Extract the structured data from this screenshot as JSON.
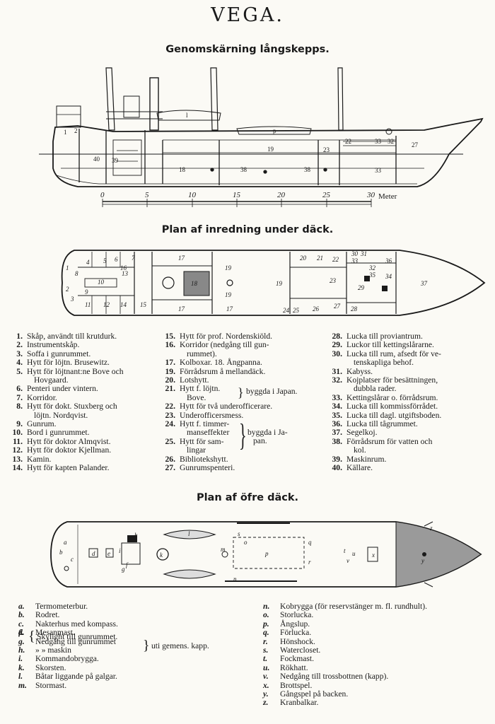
{
  "title": "VEGA.",
  "section1": "Genomskärning långskepps.",
  "section2": "Plan af inredning under däck.",
  "section3": "Plan af öfre däck.",
  "scale": {
    "ticks": [
      "0",
      "5",
      "10",
      "15",
      "20",
      "25",
      "30"
    ],
    "unit": "Meter"
  },
  "section_labels": [
    "1",
    "2",
    "40",
    "39",
    "18",
    "38",
    "38",
    "33",
    "19",
    "23",
    "22",
    "33",
    "32",
    "27",
    "p",
    "l"
  ],
  "plan_labels": [
    "1",
    "2",
    "3",
    "4",
    "5",
    "6",
    "7",
    "8",
    "9",
    "10",
    "11",
    "12",
    "13",
    "14",
    "15",
    "16",
    "17",
    "17",
    "17",
    "18",
    "19",
    "19",
    "19",
    "20",
    "21",
    "22",
    "23",
    "24",
    "25",
    "26",
    "27",
    "28",
    "29",
    "30",
    "31",
    "32",
    "33",
    "34",
    "35",
    "36",
    "37"
  ],
  "deck_labels": [
    "a",
    "b",
    "c",
    "d",
    "e",
    "f",
    "g",
    "h",
    "i",
    "k",
    "l",
    "m",
    "n",
    "o",
    "p",
    "q",
    "r",
    "s",
    "t",
    "u",
    "v",
    "x",
    "y",
    "z"
  ],
  "legend1": {
    "col1": [
      {
        "n": "1.",
        "t": "Skåp, användt till krutdurk."
      },
      {
        "n": "2.",
        "t": "Instrumentskåp."
      },
      {
        "n": "3.",
        "t": "Soffa i gunrummet."
      },
      {
        "n": "4.",
        "t": "Hytt för löjtn. Brusewitz."
      },
      {
        "n": "5.",
        "t": "Hytt för löjtnant:ne Bove och"
      },
      {
        "n": "",
        "t": "Hovgaard."
      },
      {
        "n": "6.",
        "t": "Penteri under vintern."
      },
      {
        "n": "7.",
        "t": "Korridor."
      },
      {
        "n": "8.",
        "t": "Hytt för dokt. Stuxberg och"
      },
      {
        "n": "",
        "t": "löjtn. Nordqvist."
      },
      {
        "n": "9.",
        "t": "Gunrum."
      },
      {
        "n": "10.",
        "t": "Bord i gunrummet."
      },
      {
        "n": "11.",
        "t": "Hytt för doktor Almqvist."
      },
      {
        "n": "12.",
        "t": "Hytt för doktor Kjellman."
      },
      {
        "n": "13.",
        "t": "Kamin."
      },
      {
        "n": "14.",
        "t": "Hytt för kapten Palander."
      }
    ],
    "col2": [
      {
        "n": "15.",
        "t": "Hytt för prof. Nordenskiöld."
      },
      {
        "n": "16.",
        "t": "Korridor (nedgång till gun-"
      },
      {
        "n": "",
        "t": "rummet)."
      },
      {
        "n": "17.",
        "t": "Kolboxar.   18. Ångpanna."
      },
      {
        "n": "19.",
        "t": "Förrådsrum å mellandäck."
      },
      {
        "n": "20.",
        "t": "Lotshytt."
      },
      {
        "n": "21.",
        "t": "Hytt f. löjtn."
      },
      {
        "n": "",
        "t": "Bove."
      },
      {
        "n": "22.",
        "t": "Hytt för två underofficerare."
      },
      {
        "n": "23.",
        "t": "Underofficersmess."
      },
      {
        "n": "24.",
        "t": "Hytt f. timmer-"
      },
      {
        "n": "",
        "t": "manseffekter"
      },
      {
        "n": "25.",
        "t": "Hytt för sam-"
      },
      {
        "n": "",
        "t": "lingar"
      },
      {
        "n": "26.",
        "t": "Bibliotekshytt."
      },
      {
        "n": "27.",
        "t": "Gunrumspenteri."
      }
    ],
    "brace21": "byggda i Japan.",
    "brace24a": "byggda i Ja-",
    "brace24b": "pan.",
    "col3": [
      {
        "n": "28.",
        "t": "Lucka till proviantrum."
      },
      {
        "n": "29.",
        "t": "Luckor till kettingslårarne."
      },
      {
        "n": "30.",
        "t": "Lucka till rum, afsedt för ve-"
      },
      {
        "n": "",
        "t": "tenskapliga behof."
      },
      {
        "n": "31.",
        "t": "Kabyss."
      },
      {
        "n": "32.",
        "t": "Kojplatser för besättningen,"
      },
      {
        "n": "",
        "t": "dubbla rader."
      },
      {
        "n": "33.",
        "t": "Kettingslårar o. förrådsrum."
      },
      {
        "n": "34.",
        "t": "Lucka till kommissförrådet."
      },
      {
        "n": "35.",
        "t": "Lucka till dagl. utgiftsboden."
      },
      {
        "n": "36.",
        "t": "Lucka till tågrummet."
      },
      {
        "n": "37.",
        "t": "Segelkoj."
      },
      {
        "n": "38.",
        "t": "Förrådsrum för vatten och"
      },
      {
        "n": "",
        "t": "kol."
      },
      {
        "n": "39.",
        "t": "Maskinrum."
      },
      {
        "n": "40.",
        "t": "Källare."
      }
    ]
  },
  "legend2": {
    "col1": [
      {
        "n": "a.",
        "t": "Termometerbur."
      },
      {
        "n": "b.",
        "t": "Rodret."
      },
      {
        "n": "c.",
        "t": "Nakterhus med kompass."
      },
      {
        "n": "d.",
        "t": ""
      },
      {
        "n": "e.",
        "t": ""
      },
      {
        "n": "f.",
        "t": "Mesanmast."
      },
      {
        "n": "g.",
        "t": "Nedgång till gunrummet"
      },
      {
        "n": "h.",
        "t": "»        » maskin"
      },
      {
        "n": "i.",
        "t": "Kommandobrygga."
      },
      {
        "n": "k.",
        "t": "Skorsten."
      },
      {
        "n": "l.",
        "t": "Båtar liggande på galgar."
      },
      {
        "n": "m.",
        "t": "Stormast."
      }
    ],
    "de_text": "Skylight till gunrummet.",
    "gh_text": "uti gemens. kapp.",
    "col2": [
      {
        "n": "n.",
        "t": "Kobrygga (för reservstänger m. fl. rundhult)."
      },
      {
        "n": "o.",
        "t": "Storlucka."
      },
      {
        "n": "p.",
        "t": "Ångslup."
      },
      {
        "n": "q.",
        "t": "Förlucka."
      },
      {
        "n": "r.",
        "t": "Hönshock."
      },
      {
        "n": "s.",
        "t": "Watercloset."
      },
      {
        "n": "t.",
        "t": "Fockmast."
      },
      {
        "n": "u.",
        "t": "Rökhatt."
      },
      {
        "n": "v.",
        "t": "Nedgång till trossbottnen (kapp)."
      },
      {
        "n": "x.",
        "t": "Brottspel."
      },
      {
        "n": "y.",
        "t": "Gångspel på backen."
      },
      {
        "n": "z.",
        "t": "Kranbalkar."
      }
    ]
  }
}
